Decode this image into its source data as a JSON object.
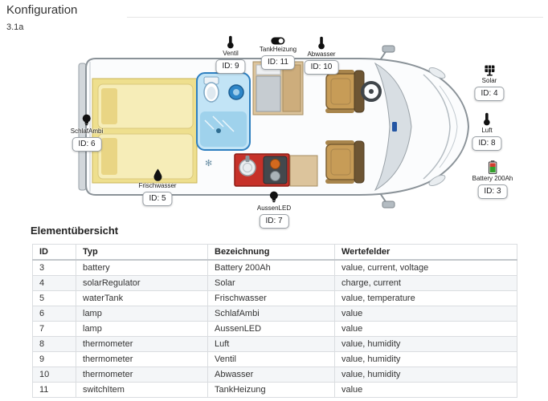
{
  "page": {
    "title": "Konfiguration",
    "version": "3.1a"
  },
  "diagram": {
    "markers": [
      {
        "label": "Ventil",
        "id": "ID: 9",
        "icon": "thermometer-icon"
      },
      {
        "label": "TankHeizung",
        "id": "ID: 11",
        "icon": "switch-icon"
      },
      {
        "label": "Abwasser",
        "id": "ID: 10",
        "icon": "thermometer-icon"
      },
      {
        "label": "Solar",
        "id": "ID: 4",
        "icon": "solar-panel-icon"
      },
      {
        "label": "Luft",
        "id": "ID: 8",
        "icon": "thermometer-icon"
      },
      {
        "label": "Battery 200Ah",
        "id": "ID: 3",
        "icon": "battery-icon"
      },
      {
        "label": "SchlafAmbi",
        "id": "ID: 6",
        "icon": "lamp-icon"
      },
      {
        "label": "Frischwasser",
        "id": "ID: 5",
        "icon": "water-drop-icon"
      },
      {
        "label": "AussenLED",
        "id": "ID: 7",
        "icon": "lamp-icon"
      }
    ],
    "colors": {
      "bed_yellow": "#eedf8e",
      "bathroom_blue": "#2e7fc0",
      "kitchen_red": "#c63129",
      "battery_green": "#33a02c",
      "battery_red": "#d23b2f"
    }
  },
  "overview": {
    "heading": "Elementübersicht",
    "columns": [
      "ID",
      "Typ",
      "Bezeichnung",
      "Wertefelder"
    ],
    "rows": [
      [
        "3",
        "battery",
        "Battery 200Ah",
        "value, current, voltage"
      ],
      [
        "4",
        "solarRegulator",
        "Solar",
        "charge, current"
      ],
      [
        "5",
        "waterTank",
        "Frischwasser",
        "value, temperature"
      ],
      [
        "6",
        "lamp",
        "SchlafAmbi",
        "value"
      ],
      [
        "7",
        "lamp",
        "AussenLED",
        "value"
      ],
      [
        "8",
        "thermometer",
        "Luft",
        "value, humidity"
      ],
      [
        "9",
        "thermometer",
        "Ventil",
        "value, humidity"
      ],
      [
        "10",
        "thermometer",
        "Abwasser",
        "value, humidity"
      ],
      [
        "11",
        "switchItem",
        "TankHeizung",
        "value"
      ]
    ]
  }
}
